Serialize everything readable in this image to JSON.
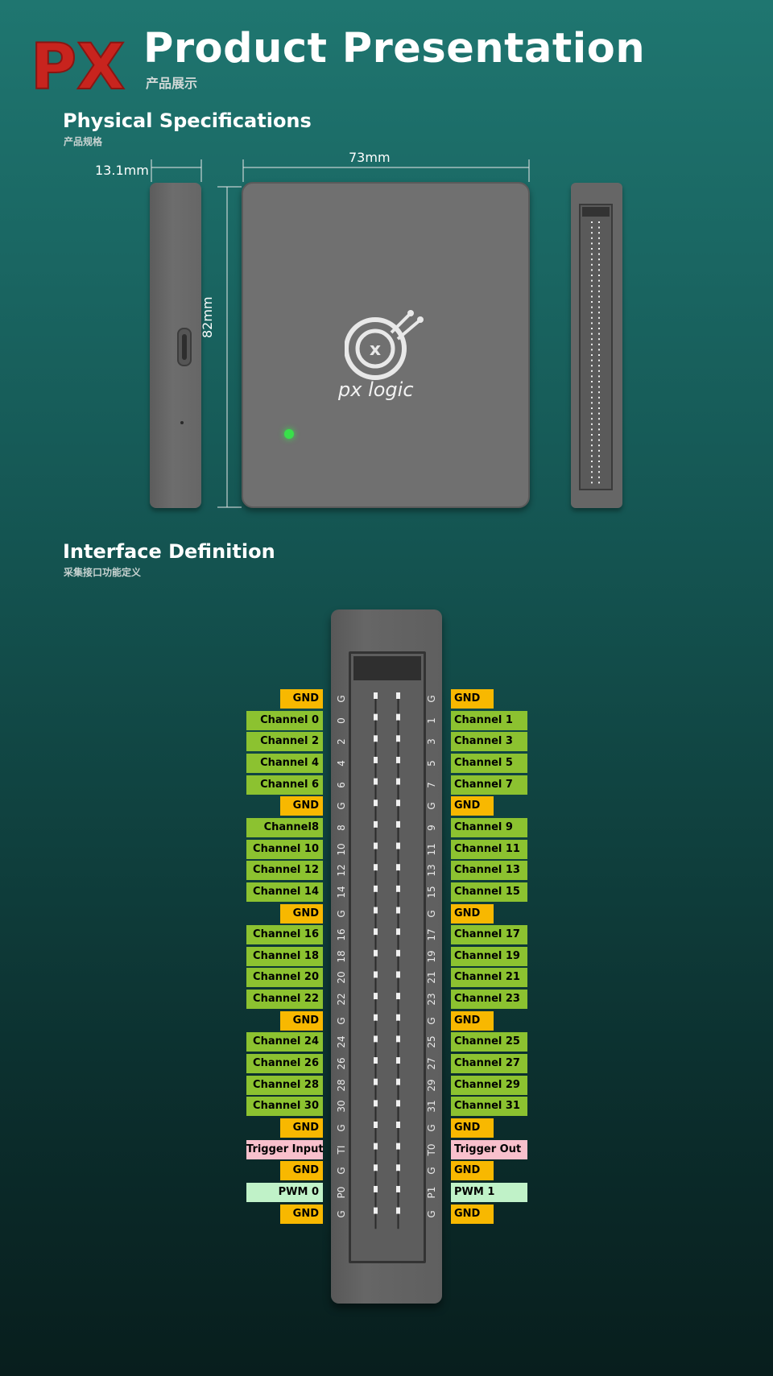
{
  "header": {
    "logo_text": "PX",
    "title": "Product Presentation",
    "title_cn": "产品展示"
  },
  "specs": {
    "title": "Physical Specifications",
    "title_cn": "产品规格",
    "thickness": "13.1mm",
    "width": "73mm",
    "height": "82mm",
    "brand": "px logic"
  },
  "interface": {
    "title": "Interface Definition",
    "title_cn": "采集接口功能定义",
    "left": [
      {
        "label": "GND",
        "num": "G",
        "kind": "gnd"
      },
      {
        "label": "Channel 0",
        "num": "0",
        "kind": "ch"
      },
      {
        "label": "Channel 2",
        "num": "2",
        "kind": "ch"
      },
      {
        "label": "Channel 4",
        "num": "4",
        "kind": "ch"
      },
      {
        "label": "Channel 6",
        "num": "6",
        "kind": "ch"
      },
      {
        "label": "GND",
        "num": "G",
        "kind": "gnd"
      },
      {
        "label": "Channel8",
        "num": "8",
        "kind": "ch"
      },
      {
        "label": "Channel 10",
        "num": "10",
        "kind": "ch"
      },
      {
        "label": "Channel 12",
        "num": "12",
        "kind": "ch"
      },
      {
        "label": "Channel 14",
        "num": "14",
        "kind": "ch"
      },
      {
        "label": "GND",
        "num": "G",
        "kind": "gnd"
      },
      {
        "label": "Channel 16",
        "num": "16",
        "kind": "ch"
      },
      {
        "label": "Channel 18",
        "num": "18",
        "kind": "ch"
      },
      {
        "label": "Channel 20",
        "num": "20",
        "kind": "ch"
      },
      {
        "label": "Channel 22",
        "num": "22",
        "kind": "ch"
      },
      {
        "label": "GND",
        "num": "G",
        "kind": "gnd"
      },
      {
        "label": "Channel 24",
        "num": "24",
        "kind": "ch"
      },
      {
        "label": "Channel 26",
        "num": "26",
        "kind": "ch"
      },
      {
        "label": "Channel 28",
        "num": "28",
        "kind": "ch"
      },
      {
        "label": "Channel 30",
        "num": "30",
        "kind": "ch"
      },
      {
        "label": "GND",
        "num": "G",
        "kind": "gnd"
      },
      {
        "label": "Trigger Input",
        "num": "TI",
        "kind": "trig"
      },
      {
        "label": "GND",
        "num": "G",
        "kind": "gnd"
      },
      {
        "label": "PWM 0",
        "num": "P0",
        "kind": "pwm"
      },
      {
        "label": "GND",
        "num": "G",
        "kind": "gnd"
      }
    ],
    "right": [
      {
        "label": "GND",
        "num": "G",
        "kind": "gnd"
      },
      {
        "label": "Channel 1",
        "num": "1",
        "kind": "ch"
      },
      {
        "label": "Channel 3",
        "num": "3",
        "kind": "ch"
      },
      {
        "label": "Channel 5",
        "num": "5",
        "kind": "ch"
      },
      {
        "label": "Channel 7",
        "num": "7",
        "kind": "ch"
      },
      {
        "label": "GND",
        "num": "G",
        "kind": "gnd"
      },
      {
        "label": "Channel 9",
        "num": "9",
        "kind": "ch"
      },
      {
        "label": "Channel 11",
        "num": "11",
        "kind": "ch"
      },
      {
        "label": "Channel 13",
        "num": "13",
        "kind": "ch"
      },
      {
        "label": "Channel 15",
        "num": "15",
        "kind": "ch"
      },
      {
        "label": "GND",
        "num": "G",
        "kind": "gnd"
      },
      {
        "label": "Channel 17",
        "num": "17",
        "kind": "ch"
      },
      {
        "label": "Channel 19",
        "num": "19",
        "kind": "ch"
      },
      {
        "label": "Channel 21",
        "num": "21",
        "kind": "ch"
      },
      {
        "label": "Channel 23",
        "num": "23",
        "kind": "ch"
      },
      {
        "label": "GND",
        "num": "G",
        "kind": "gnd"
      },
      {
        "label": "Channel 25",
        "num": "25",
        "kind": "ch"
      },
      {
        "label": "Channel 27",
        "num": "27",
        "kind": "ch"
      },
      {
        "label": "Channel 29",
        "num": "29",
        "kind": "ch"
      },
      {
        "label": "Channel 31",
        "num": "31",
        "kind": "ch"
      },
      {
        "label": "GND",
        "num": "G",
        "kind": "gnd"
      },
      {
        "label": "Trigger Out",
        "num": "T0",
        "kind": "trig"
      },
      {
        "label": "GND",
        "num": "G",
        "kind": "gnd"
      },
      {
        "label": "PWM 1",
        "num": "P1",
        "kind": "pwm"
      },
      {
        "label": "GND",
        "num": "G",
        "kind": "gnd"
      }
    ]
  },
  "colors": {
    "gnd": "#f8b800",
    "ch": "#8cc230",
    "trig": "#f8c0cc",
    "pwm": "#c0f2c8",
    "led": "#38e04a",
    "logo_red": "#c8241e"
  }
}
